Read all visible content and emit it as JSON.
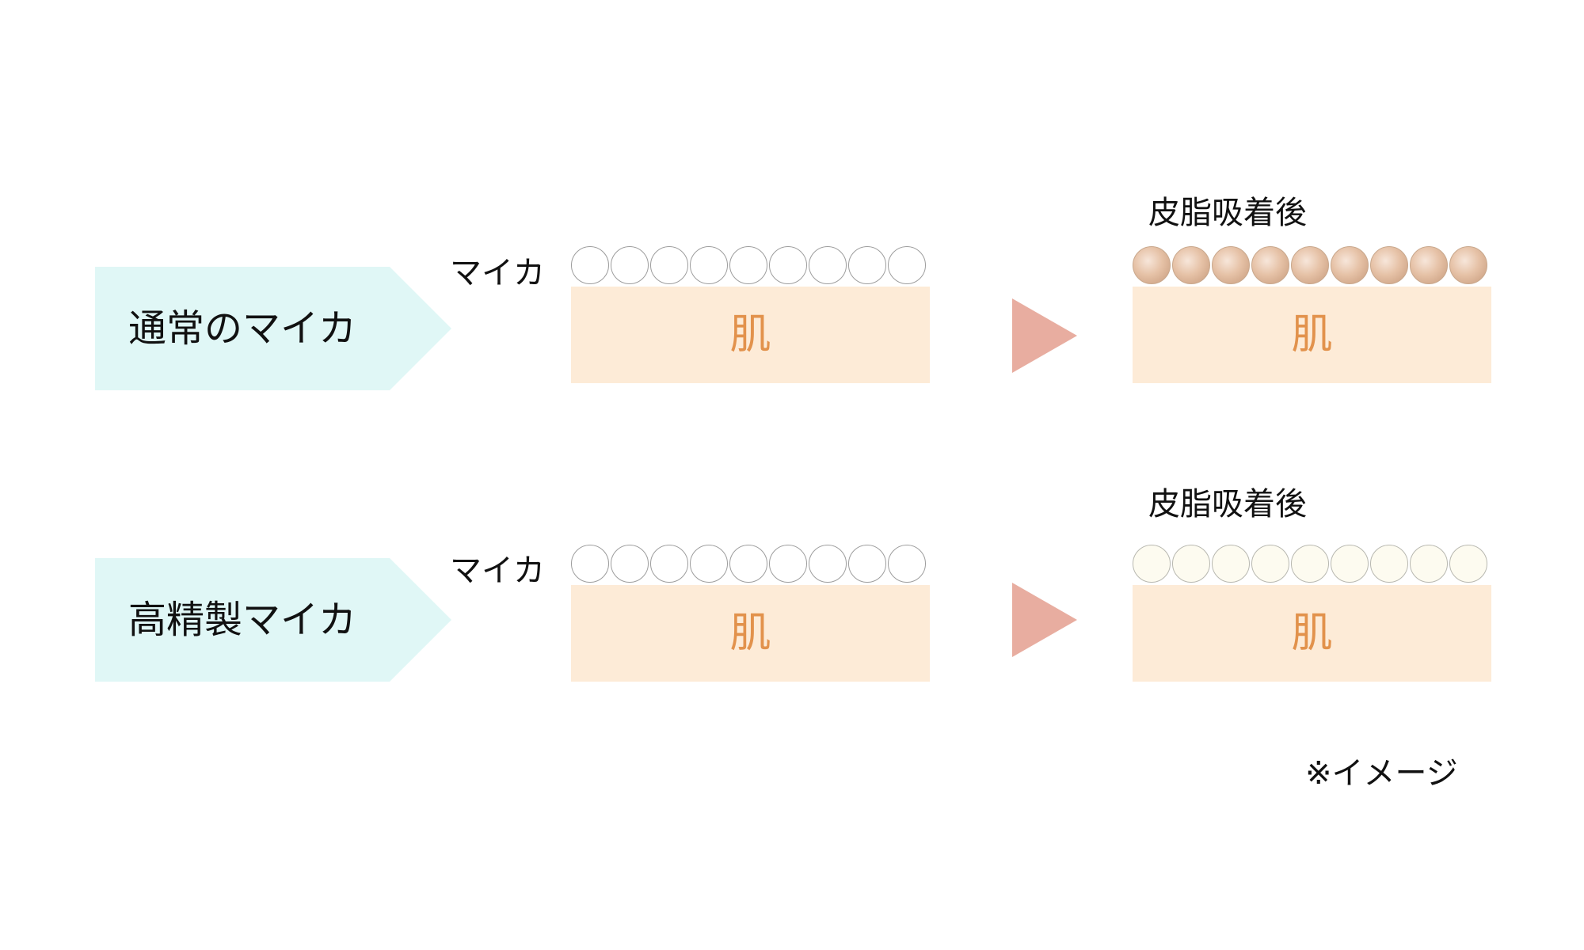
{
  "rows": [
    {
      "label": "通常のマイカ",
      "mica_label": "マイカ",
      "after_label": "皮脂吸着後",
      "skin_label": "肌",
      "after_skin_label": "肌",
      "after_state": "oil-stained"
    },
    {
      "label": "高精製マイカ",
      "mica_label": "マイカ",
      "after_label": "皮脂吸着後",
      "skin_label": "肌",
      "after_skin_label": "肌",
      "after_state": "clear"
    }
  ],
  "note": "※イメージ",
  "colors": {
    "label_tag_fill": "#e0f7f6",
    "skin_fill": "#fdebd7",
    "skin_text": "#e2924c",
    "arrow_fill": "#e8ada0",
    "particle_border": "#9d9d9d",
    "oily_particle": "#d8b296",
    "clear_particle": "#fdfbf0"
  },
  "icons": {
    "particle": "circle-particle-icon",
    "arrow": "triangle-right-arrow-icon"
  }
}
